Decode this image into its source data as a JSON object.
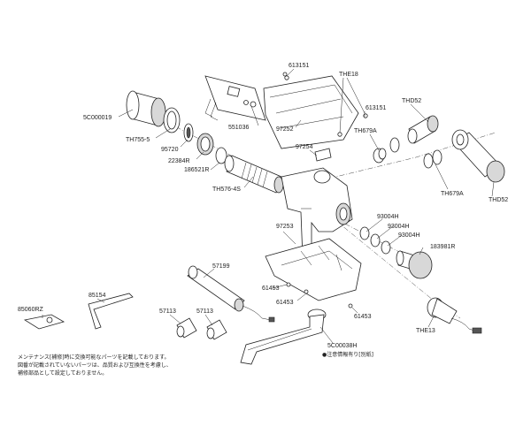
{
  "parts": {
    "p613151_top": "613151",
    "pTHE18": "THE18",
    "p613151_right": "613151",
    "pTHD52_top": "THD52",
    "p5C000019": "5C000019",
    "p551036": "551036",
    "p97252": "97252",
    "pTH679A_top": "TH679A",
    "pTH755_5": "TH755-5",
    "p95720": "95720",
    "p22384R": "22384R",
    "p186521R": "186521R",
    "p97254": "97254",
    "pTH576_4S": "TH576-4S",
    "pTH679A_bottom": "TH679A",
    "pTHD52_bottom": "THD52",
    "p93004H_1": "93004H",
    "p93004H_2": "93004H",
    "p93004H_3": "93004H",
    "p97253": "97253",
    "p183981R": "183981R",
    "p57199": "57199",
    "p61453_a": "61453",
    "p61453_b": "61453",
    "p61453_c": "61453",
    "p85060RZ": "85060RZ",
    "p85154": "85154",
    "p57113_a": "57113",
    "p57113_b": "57113",
    "p5C00038H": "5C00038H",
    "pTHE13": "THE13"
  },
  "notes": {
    "spec_note": "●注意情報有り[別紙]",
    "footer_line1": "メンテナンス[補修]時に交換可能なパーツを記載しております。",
    "footer_line2": "図番が記載されていないパーツは、品質および互換性を考慮し、",
    "footer_line3": "補修部品として設定しておりません。"
  }
}
